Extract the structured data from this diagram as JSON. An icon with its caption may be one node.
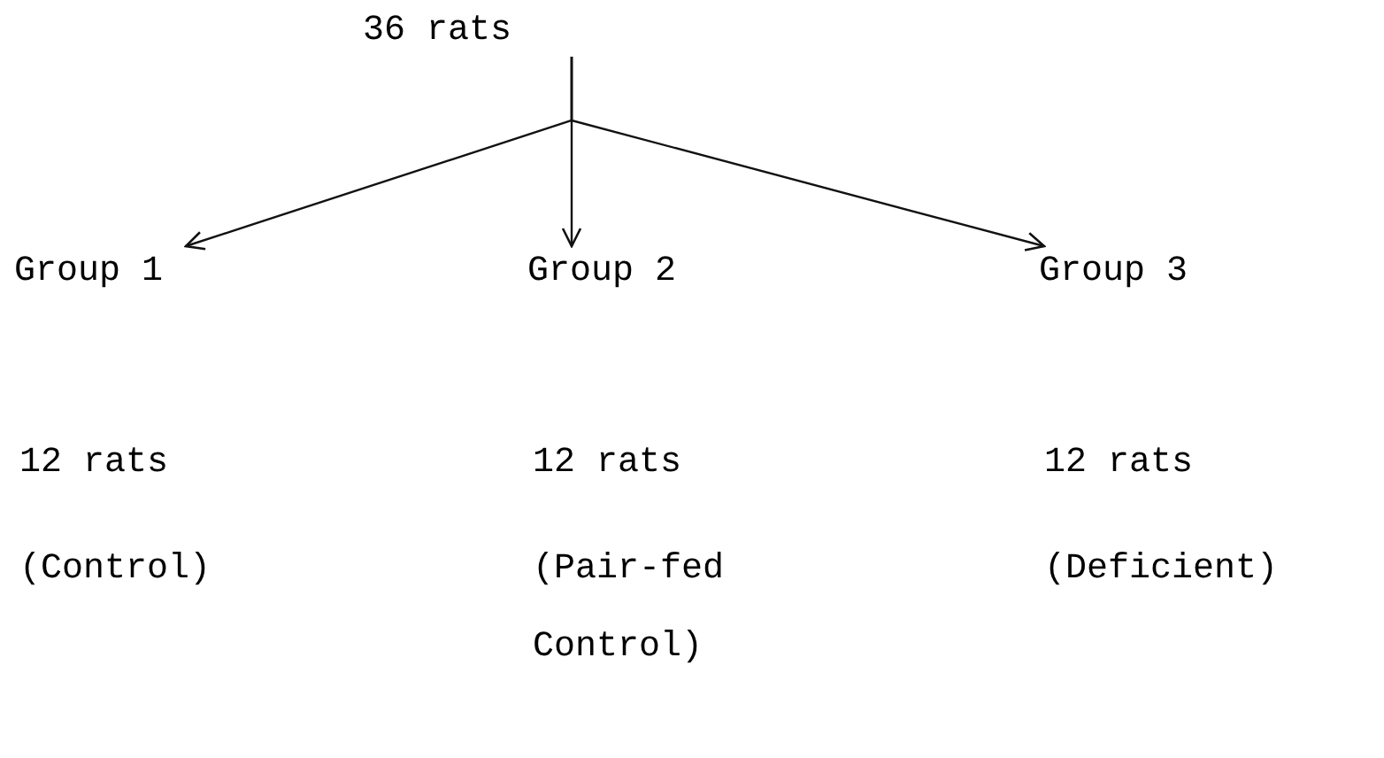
{
  "diagram": {
    "nodes": [
      {
        "text": [
          "36 rats"
        ]
      },
      {
        "text": [
          "Group 1"
        ],
        "beside": [
          "12 rats",
          "(Control)"
        ]
      },
      {
        "text": [
          "Group 2"
        ],
        "beside": [
          "12 rats",
          "(Pair-fed Control)"
        ]
      },
      {
        "text": [
          "Group 3"
        ],
        "beside": [
          "12 rats",
          "(Deficient)"
        ]
      }
    ],
    "edges": [
      {
        "from": 0,
        "to": 1,
        "arrow": "to"
      },
      {
        "from": 0,
        "to": 2,
        "arrow": "to"
      },
      {
        "from": 0,
        "to": 3,
        "arrow": "to"
      }
    ]
  }
}
